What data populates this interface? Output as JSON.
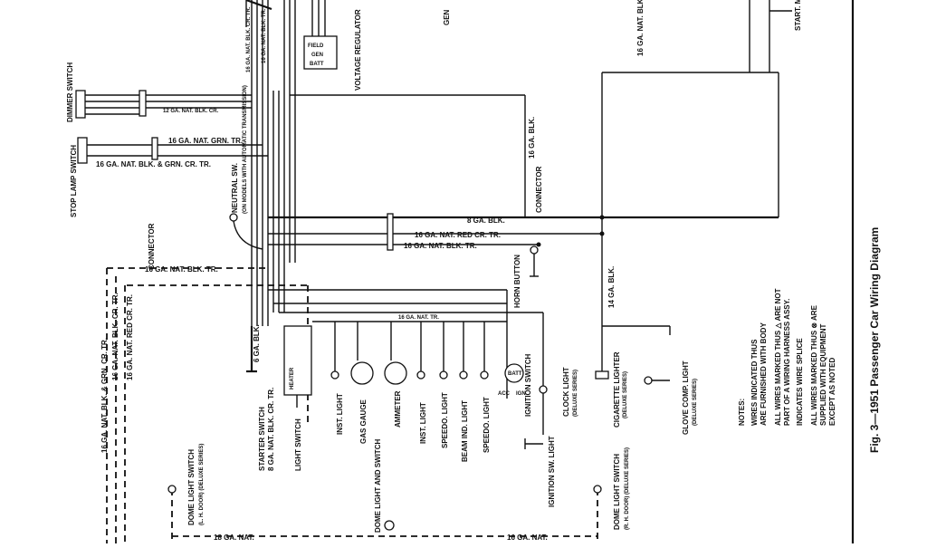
{
  "caption": "Fig. 3—1951 Passenger Car Wiring Diagram",
  "labels": {
    "dimmer_switch": "DIMMER SWITCH",
    "stop_lamp_switch": "STOP LAMP SWITCH",
    "voltage_regulator": "VOLTAGE REGULATOR",
    "gen": "GEN",
    "start": "START. M",
    "connector_left": "CONNECTOR",
    "connector_mid": "CONNECTOR",
    "neutral_sw": "NEUTRAL SW.",
    "neutral_sw_note": "(ON MODELS WITH AUTOMATIC TRANSMISSION)",
    "horn_button": "HORN BUTTON",
    "starter_switch": "STARTER SWITCH",
    "light_switch": "LIGHT SWITCH",
    "inst_light_1": "INST. LIGHT",
    "gas_gauge": "GAS GAUGE",
    "ammeter": "AMMETER",
    "inst_light_2": "INST. LIGHT",
    "speedo_light_1": "SPEEDO. LIGHT",
    "beam_ind_light": "BEAM IND. LIGHT",
    "speedo_light_2": "SPEEDO. LIGHT",
    "ignition_switch": "IGNITION SWITCH",
    "clock_light": "CLOCK LIGHT",
    "clock_light_note": "(DELUXE SERIES)",
    "ignition_sw_light": "IGNITION SW. LIGHT",
    "cigarette_lighter": "CIGARETTE LIGHTER",
    "cigarette_lighter_note": "(DELUXE SERIES)",
    "glove_comp_light": "GLOVE COMP. LIGHT",
    "glove_comp_light_note": "(DELUXE SERIES)",
    "dome_light_switch_lh": "DOME LIGHT SWITCH",
    "dome_light_switch_lh_note": "(L. H. DOOR) (DELUXE SERIES)",
    "dome_light_and_switch": "DOME LIGHT AND SWITCH",
    "dome_light_switch_rh": "DOME LIGHT SWITCH",
    "dome_light_switch_rh_note": "(R. H. DOOR) (DELUXE SERIES)",
    "heater": "HEATER",
    "batt": "BATT",
    "acc": "ACC",
    "gen_reg": "GEN",
    "field": "FIELD",
    "ign": "IGN"
  },
  "wires": {
    "w_16_blk_cr_tr": "16 GA. NAT. BLK. CR. TR.",
    "w_12_nat_blk_cr": "12 GA. NAT. BLK. CR.",
    "w_16_nat_grn_tr": "16 GA. NAT. GRN. TR.",
    "w_16_nat_blk_grn_cr_tr": "16 GA. NAT. BLK. & GRN. CR. TR.",
    "w_16_nat_blk_tr": "16 GA. NAT. BLK. TR.",
    "w_16_blk": "16 GA. BLK.",
    "w_8_blk": "8 GA. BLK.",
    "w_16_nat_red_cr_tr": "16 GA. NAT. RED CR. TR.",
    "w_16_nat_blk_tr_b": "16 GA. NAT. BLK. TR.",
    "w_14_blk": "14 GA. BLK.",
    "w_6_blk": "6 GA. BLK.",
    "w_8_nat_blk_cr_tr": "8 GA. NAT. BLK. CR. TR.",
    "w_16_nat": "16 GA. NAT.",
    "w_18_nat": "18 GA. NAT.",
    "w_16_nat_tr": "16 GA. NAT. TR.",
    "w_16_nat_blk_tr_c": "16 GA. NAT. BLK. TR.",
    "w_16_nat_red_cr_tr_b": "16 GA. NAT. RED CR. TR.",
    "w_16_nat_blk_grn_cr_tr_b": "16 GA. NAT. BLK. & GRN. CR. TR.",
    "w_16_nat_blk_cr_tr": "16 GA. NAT. BLK. CR. TR.",
    "w_16_nat_blk_tr_top": "16 GA. NAT. BLK. TR."
  },
  "notes": {
    "title": "NOTES:",
    "n1a": "WIRES INDICATED THUS",
    "n1b": "ARE FURNISHED WITH BODY",
    "n2a": "ALL WIRES MARKED THUS △ ARE NOT",
    "n2b": "PART OF A WIRING HARNESS ASSY.",
    "n3": "INDICATES WIRE SPLICE",
    "n4a": "ALL WIRES MARKED THUS ⊗ ARE",
    "n4b": "SUPPLIED WITH EQUIPMENT",
    "n4c": "EXCEPT AS NOTED"
  }
}
